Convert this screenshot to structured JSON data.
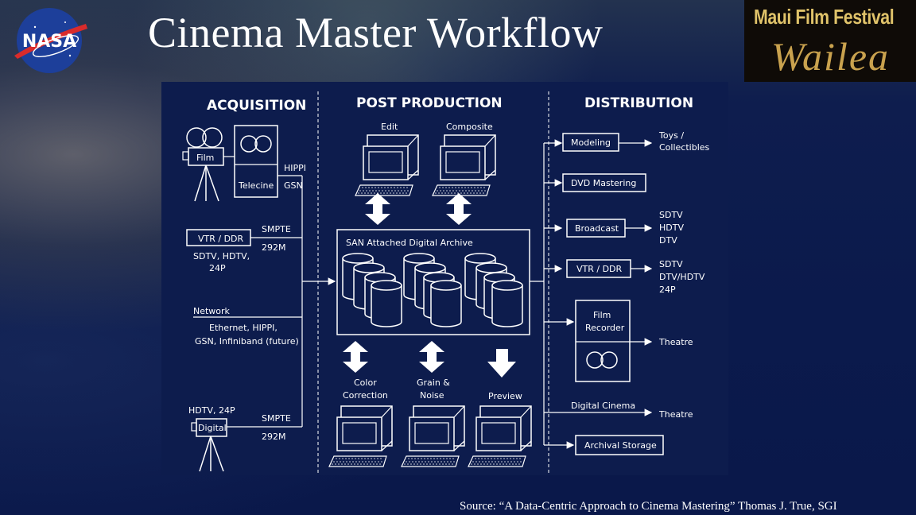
{
  "title": "Cinema Master Workflow",
  "logos": {
    "nasa": "NASA",
    "maui_top": "Maui Film Festival",
    "maui_script": "Wailea"
  },
  "columns": {
    "acquisition": "ACQUISITION",
    "post_production": "POST PRODUCTION",
    "distribution": "DISTRIBUTION"
  },
  "acquisition": {
    "film": "Film",
    "telecine": "Telecine",
    "hippi": "HIPPI",
    "gsn": "GSN",
    "vtr_ddr": "VTR / DDR",
    "smpte_1": "SMPTE",
    "code_1": "292M",
    "vtr_formats_1": "SDTV, HDTV,",
    "vtr_formats_2": "24P",
    "network": "Network",
    "network_1": "Ethernet, HIPPI,",
    "network_2": "GSN, Infiniband (future)",
    "hdtv_24p": "HDTV, 24P",
    "digital": "Digital",
    "smpte_2": "SMPTE",
    "code_2": "292M"
  },
  "post_production": {
    "edit": "Edit",
    "composite": "Composite",
    "san_archive": "SAN Attached Digital Archive",
    "color_1": "Color",
    "color_2": "Correction",
    "grain_1": "Grain &",
    "grain_2": "Noise",
    "preview": "Preview"
  },
  "distribution": {
    "modeling": "Modeling",
    "toys_1": "Toys /",
    "toys_2": "Collectibles",
    "dvd": "DVD Mastering",
    "broadcast": "Broadcast",
    "b1": "SDTV",
    "b2": "HDTV",
    "b3": "DTV",
    "vtr_ddr": "VTR / DDR",
    "v1": "SDTV",
    "v2": "DTV/HDTV",
    "v3": "24P",
    "film_rec_1": "Film",
    "film_rec_2": "Recorder",
    "theatre_1": "Theatre",
    "digital_cinema": "Digital Cinema",
    "theatre_2": "Theatre",
    "archival": "Archival Storage"
  },
  "source": "Source: “A Data-Centric Approach to Cinema Mastering” Thomas J. True, SGI"
}
